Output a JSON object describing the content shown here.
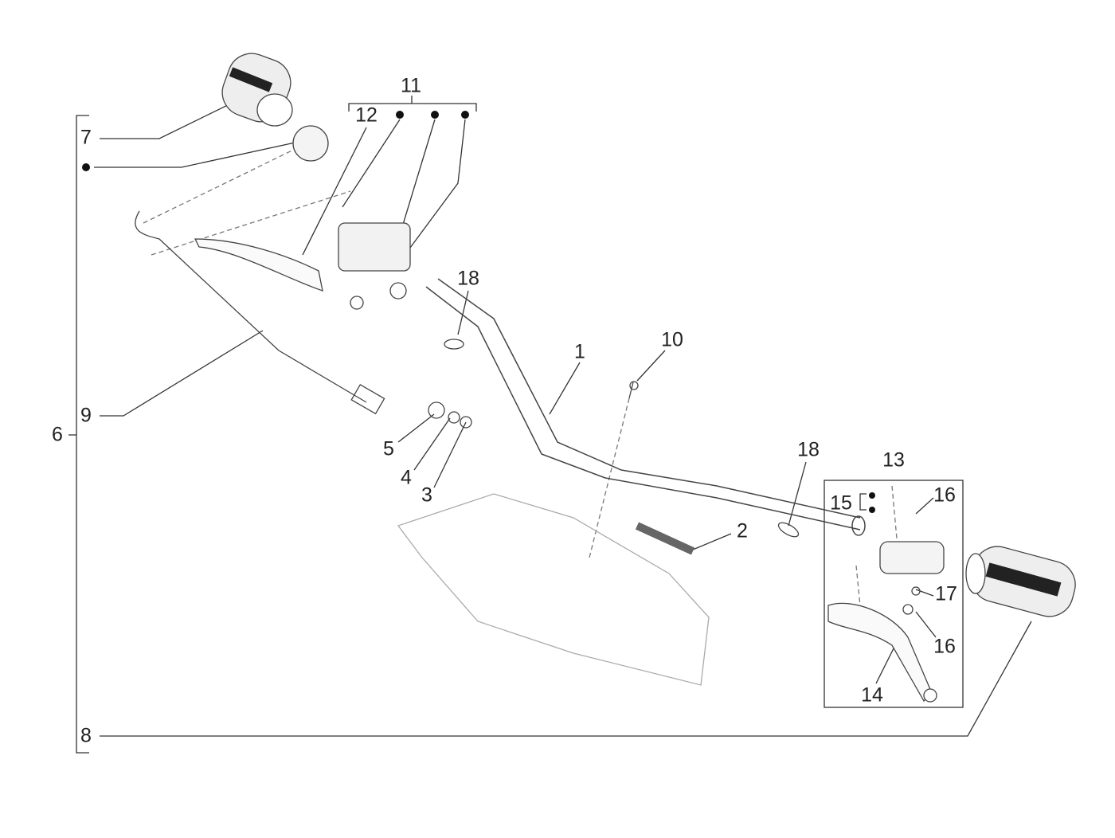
{
  "diagram": {
    "callouts": [
      {
        "id": "c11",
        "text": "11"
      },
      {
        "id": "c12",
        "text": "12"
      },
      {
        "id": "c7",
        "text": "7"
      },
      {
        "id": "c1",
        "text": "1"
      },
      {
        "id": "c10",
        "text": "10"
      },
      {
        "id": "c18a",
        "text": "18"
      },
      {
        "id": "c9",
        "text": "9"
      },
      {
        "id": "c6",
        "text": "6"
      },
      {
        "id": "c5",
        "text": "5"
      },
      {
        "id": "c4",
        "text": "4"
      },
      {
        "id": "c3",
        "text": "3"
      },
      {
        "id": "c18b",
        "text": "18"
      },
      {
        "id": "c13",
        "text": "13"
      },
      {
        "id": "c15",
        "text": "15"
      },
      {
        "id": "c16a",
        "text": "16"
      },
      {
        "id": "c2",
        "text": "2"
      },
      {
        "id": "c17",
        "text": "17"
      },
      {
        "id": "c16b",
        "text": "16"
      },
      {
        "id": "c14",
        "text": "14"
      },
      {
        "id": "c8",
        "text": "8"
      }
    ],
    "line_color": "#333333",
    "part_stroke": "#444444"
  }
}
